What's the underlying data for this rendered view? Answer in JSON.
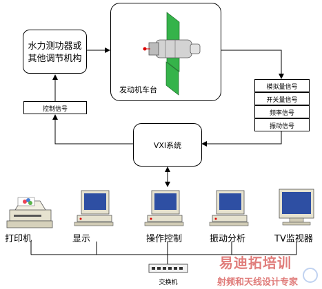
{
  "nodes": {
    "hydro": {
      "line1": "水力测功器或",
      "line2": "其他调节机构"
    },
    "bench": {
      "label": "发动机车台"
    },
    "control_signal": {
      "label": "控制信号"
    },
    "signals": [
      "模拟量信号",
      "开关量信号",
      "频率信号",
      "振动信号"
    ],
    "vxi": {
      "label": "VXI系统"
    },
    "switch": {
      "label": "交换机"
    },
    "devices": [
      {
        "label": "打印机"
      },
      {
        "label": "显示"
      },
      {
        "label": "操作控制"
      },
      {
        "label": "振动分析"
      },
      {
        "label": "TV监视器"
      }
    ]
  },
  "watermark": {
    "line1": "易迪拓培训",
    "line2": "射频和天线设计专家"
  },
  "colors": {
    "line": "#000000",
    "fin": "#35b34a",
    "beige": "#e6e2cf",
    "screen": "#2e4fa3"
  }
}
